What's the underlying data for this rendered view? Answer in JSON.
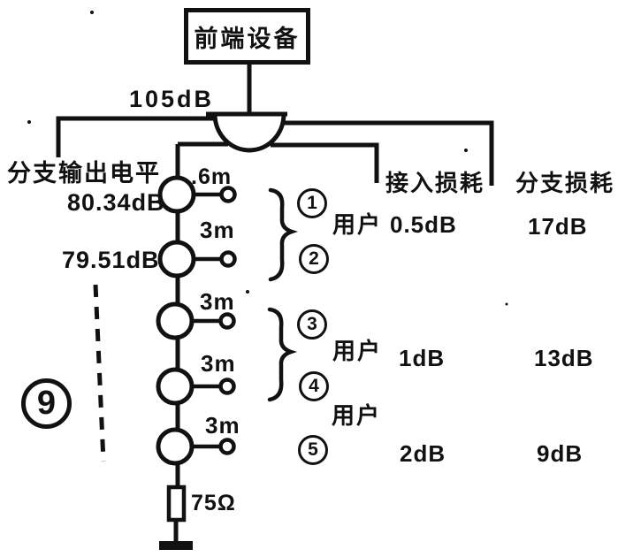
{
  "headend": {
    "label": "前端设备"
  },
  "trunk_input_level": "105dB",
  "branch_output": {
    "label": "分支输出电平",
    "tap1_level": "80.34dB",
    "tap2_level": "79.51dB"
  },
  "figure_number": "9",
  "cable_lengths": {
    "tap1": ".6m",
    "tap2": "3m",
    "tap3": "3m",
    "tap4": "3m",
    "tap5": "3m"
  },
  "tap_numbers": {
    "tap1": "1",
    "tap2": "2",
    "tap3": "3",
    "tap4": "4",
    "tap5": "5"
  },
  "user_groups": {
    "group12": "用户",
    "group34": "用户",
    "group5": "用户"
  },
  "access_loss": {
    "header": "接入损耗",
    "taps12": "0.5dB",
    "taps34": "1dB",
    "tap5": "2dB"
  },
  "branch_loss": {
    "header": "分支损耗",
    "taps12": "17dB",
    "taps34": "13dB",
    "tap5": "9dB"
  },
  "terminator": {
    "label": "75Ω"
  },
  "colors": {
    "ink": "#111111",
    "paper": "#ffffff"
  }
}
